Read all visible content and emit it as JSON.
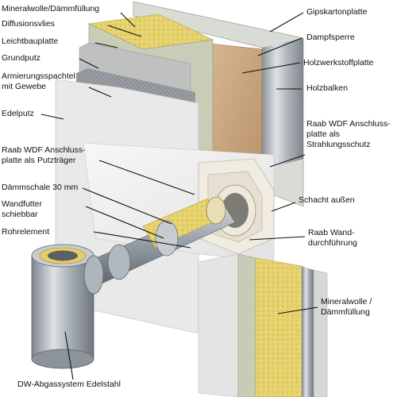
{
  "labels": {
    "mineralwolle_top": "Mineralwolle/Dämmfüllung",
    "diffusionsvlies": "Diffusionsvlies",
    "leichtbauplatte": "Leichtbauplatte",
    "grundputz": "Grundputz",
    "armierungsspachtel": [
      "Armierungsspachtel",
      "mit Gewebe"
    ],
    "edelputz": "Edelputz",
    "anschlussplatte_putztraeger": [
      "Raab WDF Anschluss-",
      "platte als Putzträger"
    ],
    "daemmschale": "Dämmschale 30 mm",
    "wandfutter": [
      "Wandfutter",
      "schiebbar"
    ],
    "rohrelement": "Rohrelement",
    "gipskartonplatte": "Gipskartonplatte",
    "dampfsperre": "Dampfsperre",
    "holzwerkstoffplatte": "Holzwerkstoffplatte",
    "holzbalken": "Holzbalken",
    "anschlussplatte_strahlung": [
      "Raab WDF Anschluss-",
      "platte als",
      "Strahlungsschutz"
    ],
    "schacht_aussen": "Schacht außen",
    "wanddurchfuehrung": [
      "Raab Wand-",
      "durchführung"
    ],
    "mineralwolle_bottom": [
      "Mineralwolle /",
      "Dämmfüllung"
    ],
    "dw_abgassystem": "DW-Abgassystem Edelstahl"
  },
  "colors": {
    "insulation": "#e8d87a",
    "wood_panel": "#c9a77e",
    "plaster": "#f2f2f2",
    "steel": "#b9c0c8",
    "gypsum": "#d8dbd6"
  }
}
